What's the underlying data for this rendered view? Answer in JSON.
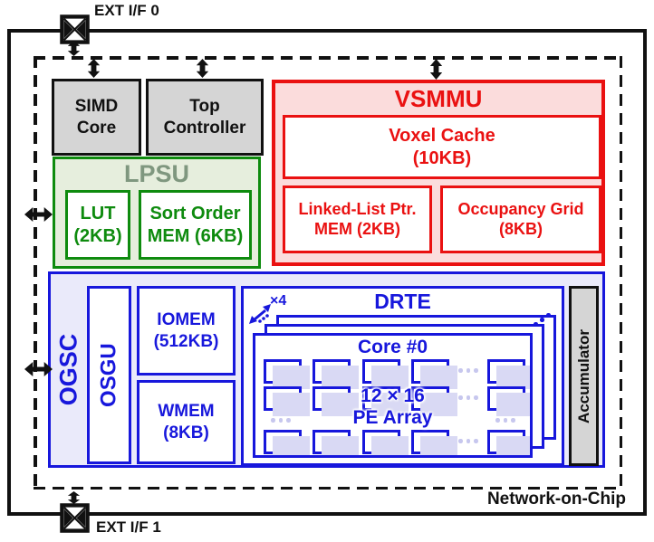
{
  "ext_interfaces": {
    "top": "EXT I/F 0",
    "bottom": "EXT I/F 1"
  },
  "noc_label": "Network-on-Chip",
  "blocks": {
    "simd_core": "SIMD\nCore",
    "top_controller": "Top\nController",
    "vsmmu": {
      "title": "VSMMU",
      "voxel_cache": "Voxel Cache\n(10KB)",
      "linked_list_mem": "Linked-List Ptr.\nMEM (2KB)",
      "occupancy_grid": "Occupancy Grid\n(8KB)"
    },
    "lpsu": {
      "title": "LPSU",
      "lut": "LUT\n(2KB)",
      "sort_order_mem": "Sort Order\nMEM (6KB)"
    },
    "ogsc": {
      "title": "OGSC",
      "osgu": "OSGU",
      "iomem": "IOMEM\n(512KB)",
      "wmem": "WMEM\n(8KB)",
      "accumulator": "Accumulator",
      "drte": {
        "title": "DRTE",
        "core_count": "×4",
        "core_title": "Core #0",
        "pe_array_label": "12 × 16\nPE Array"
      }
    }
  },
  "colors": {
    "red": "#ea1111",
    "pink_fill": "#fbdcdc",
    "green": "#0e8b0e",
    "green_fill": "#e6eedd",
    "lpsu_title_green": "#7f977f",
    "blue": "#1717dc",
    "lavender_fill": "#eaeafa",
    "pe_cell_fill": "#d9d9f4",
    "gray_fill": "#d5d5d5",
    "line_black": "#111111"
  }
}
